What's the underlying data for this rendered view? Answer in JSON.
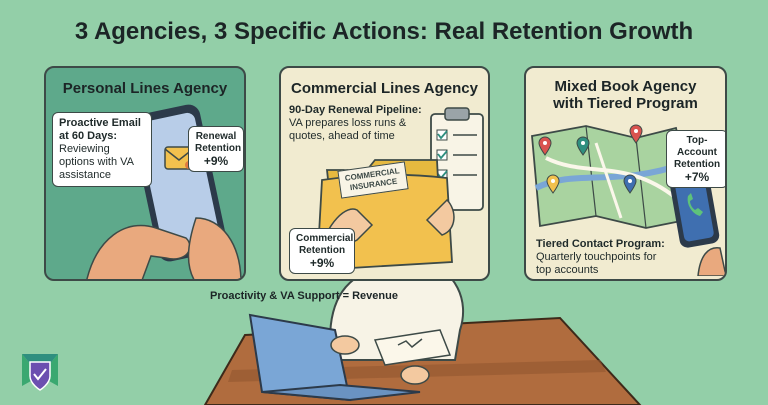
{
  "title": "3 Agencies, 3 Specific Actions: Real Retention Growth",
  "panels": [
    {
      "title": "Personal Lines Agency",
      "action_title": "Proactive Email at 60 Days:",
      "action_text": "Reviewing options with VA assistance",
      "badge_label": "Renewal Retention",
      "badge_value": "+9%"
    },
    {
      "title": "Commercial Lines Agency",
      "action_title": "90-Day Renewal Pipeline:",
      "action_text": "VA prepares loss runs & quotes, ahead of time",
      "folder_label": "COMMERCIAL INSURANCE",
      "badge_label": "Commercial Retention",
      "badge_value": "+9%"
    },
    {
      "title_line1": "Mixed Book Agency",
      "title_line2": "with Tiered Program",
      "badge_label": "Top-Account Retention",
      "badge_value": "+7%",
      "action_title": "Tiered Contact Program:",
      "action_text": "Quarterly touchpoints for top accounts"
    }
  ],
  "footer_caption": "Proactivity & VA Support = Revenue",
  "colors": {
    "background": "#93cfa8",
    "panel1": "#5ea98b",
    "panel2": "#f1ebd0",
    "panel3": "#f1ebd0",
    "desk": "#b06c3e"
  },
  "icons": [
    "email-icon",
    "clipboard-icon",
    "map-pin-icon",
    "phone-icon",
    "shield-logo-icon"
  ]
}
